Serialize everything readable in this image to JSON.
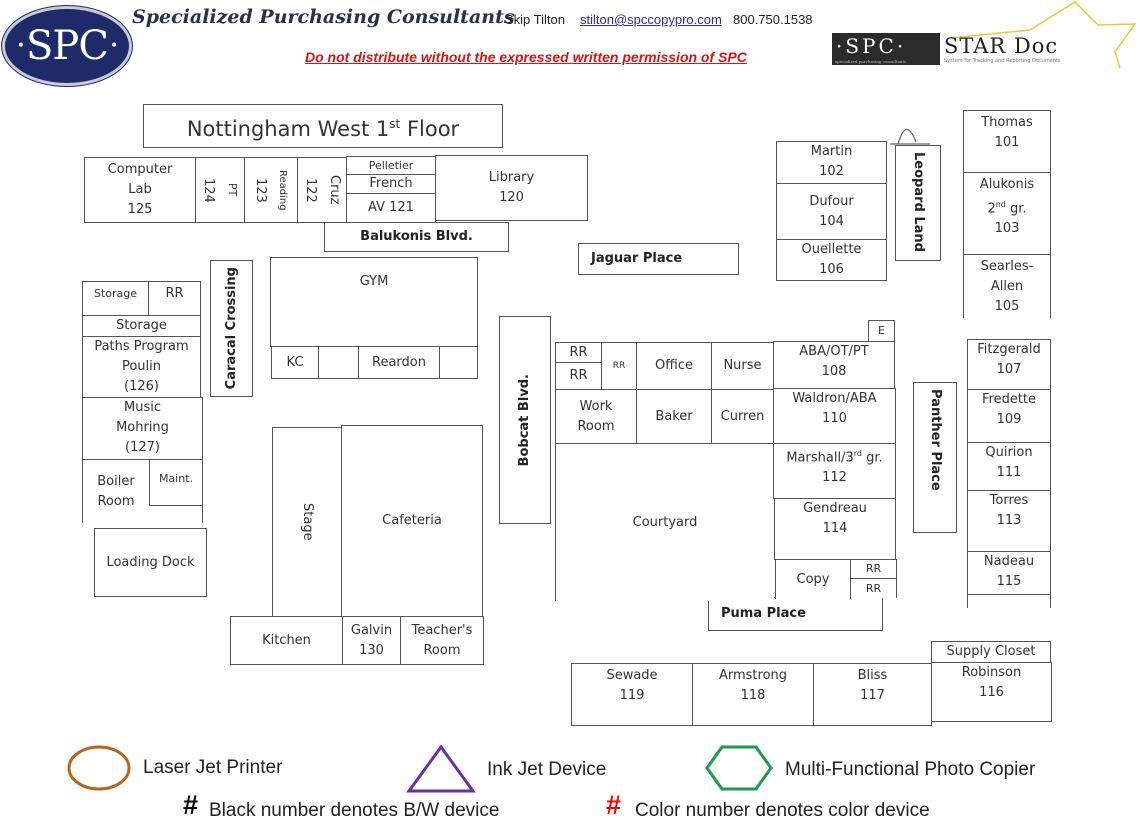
{
  "header": {
    "logo_text": "SPC",
    "company": "Specialized Purchasing Consultants",
    "contact_name": "Skip Tilton",
    "contact_email": "stilton@spccopypro.com",
    "contact_phone": "800.750.1538",
    "warning": "Do not distribute without the expressed written permission of SPC",
    "star_logo": {
      "left": "SPC",
      "sub": "specialized purchasing consultants",
      "title": "STAR Doc",
      "tagline": "System for Tracking and Reporting Documents"
    }
  },
  "plan": {
    "title": "Nottingham West 1st Floor",
    "top_row": {
      "computer_lab": [
        "Computer",
        "Lab",
        "125"
      ],
      "pt": [
        "PT",
        "124"
      ],
      "reading": [
        "Reading",
        "123"
      ],
      "cruz": [
        "Cruz",
        "122"
      ],
      "pelletier": "Pelletier",
      "french": "French",
      "av": "AV  121",
      "library": [
        "Library",
        "120"
      ]
    },
    "streets": {
      "balukonis": "Balukonis Blvd.",
      "jaguar": "Jaguar Place",
      "caracal": "Caracal Crossing",
      "bobcat": "Bobcat Blvd.",
      "leopard": "Leopard Land",
      "panther": "Panther Place",
      "puma": "Puma Place"
    },
    "west": {
      "storage_small": "Storage",
      "rr": "RR",
      "storage": "Storage",
      "paths": [
        "Paths Program",
        "Poulin",
        "(126)"
      ],
      "music": [
        "Music",
        "Mohring",
        "(127)"
      ],
      "boiler": [
        "Boiler",
        "Room"
      ],
      "maint": "Maint.",
      "loading_dock": "Loading Dock"
    },
    "gym": {
      "gym": "GYM",
      "kc": "KC",
      "reardon": "Reardon"
    },
    "cafeteria": {
      "stage": "Stage",
      "cafeteria": "Cafeteria",
      "kitchen": "Kitchen",
      "galvin": [
        "Galvin",
        "130"
      ],
      "teachers": [
        "Teacher's",
        "Room"
      ]
    },
    "center": {
      "rr": "RR",
      "office": "Office",
      "nurse": "Nurse",
      "e": "E",
      "aba": [
        "ABA/OT/PT",
        "108"
      ],
      "work_room": [
        "Work",
        "Room"
      ],
      "baker": "Baker",
      "curren": "Curren",
      "waldron": [
        "Waldron/ABA",
        "110"
      ],
      "marshall": [
        "Marshall/3rd gr.",
        "112"
      ],
      "courtyard": "Courtyard",
      "gendreau": [
        "Gendreau",
        "114"
      ],
      "copy": "Copy"
    },
    "northeast": {
      "martin": [
        "Martin",
        "102"
      ],
      "dufour": [
        "Dufour",
        "104"
      ],
      "ouellette": [
        "Ouellette",
        "106"
      ],
      "thomas": [
        "Thomas",
        "101"
      ],
      "alukonis": [
        "Alukonis",
        "2nd gr.",
        "103"
      ],
      "searles": [
        "Searles-",
        "Allen",
        "105"
      ]
    },
    "east": {
      "fitzgerald": [
        "Fitzgerald",
        "107"
      ],
      "fredette": [
        "Fredette",
        "109"
      ],
      "quirion": [
        "Quirion",
        "111"
      ],
      "torres": [
        "Torres",
        "113"
      ],
      "nadeau": [
        "Nadeau",
        "115"
      ]
    },
    "south": {
      "sewade": [
        "Sewade",
        "119"
      ],
      "armstrong": [
        "Armstrong",
        "118"
      ],
      "bliss": [
        "Bliss",
        "117"
      ],
      "supply_closet": "Supply Closet",
      "robinson": [
        "Robinson",
        "116"
      ]
    }
  },
  "legend": {
    "laser": {
      "label": "Laser Jet Printer",
      "icon": "circle-icon",
      "color": "#b5651d"
    },
    "inkjet": {
      "label": "Ink Jet Device",
      "icon": "triangle-icon",
      "color": "#6a2fa0"
    },
    "mfp": {
      "label": "Multi-Functional Photo Copier",
      "icon": "hexagon-icon",
      "color": "#1f9a4a"
    },
    "bw_symbol": "#",
    "bw_label": "Black number denotes B/W device",
    "bw_color": "#000000",
    "color_symbol": "#",
    "color_label": "Color number denotes color device",
    "color_color": "#e01010"
  }
}
